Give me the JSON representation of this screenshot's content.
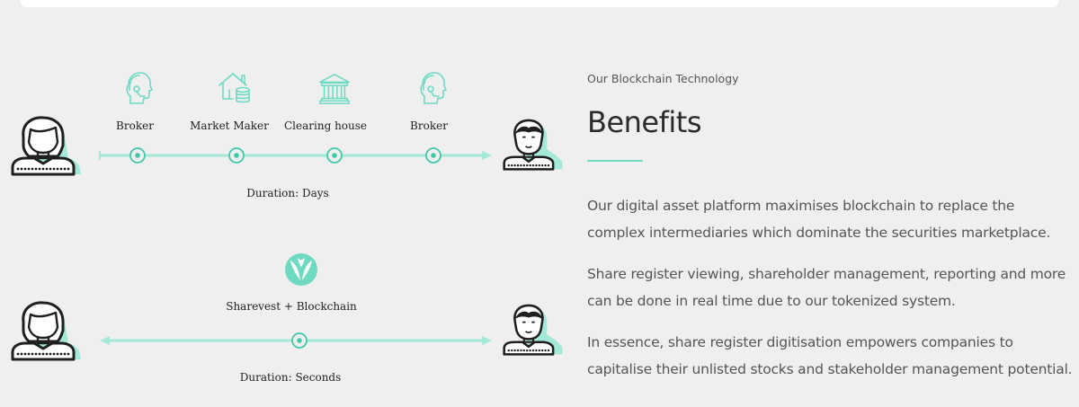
{
  "diagram": {
    "traditional": {
      "nodes": [
        {
          "label": "Broker",
          "icon": "headset-person-icon"
        },
        {
          "label": "Market Maker",
          "icon": "house-coins-icon"
        },
        {
          "label": "Clearing house",
          "icon": "bank-building-icon"
        },
        {
          "label": "Broker",
          "icon": "headset-person-icon"
        }
      ],
      "duration": "Duration: Days"
    },
    "blockchain": {
      "node": {
        "label": "Sharevest + Blockchain",
        "icon": "sharevest-logo-icon"
      },
      "duration": "Duration: Seconds"
    },
    "colors": {
      "accent": "#6fdac2",
      "line": "#a4e8d8",
      "dark": "#1f1f1f"
    }
  },
  "content": {
    "eyebrow": "Our Blockchain Technology",
    "title": "Benefits",
    "paragraphs": [
      "Our digital asset platform maximises blockchain to replace the complex intermediaries which dominate the securities marketplace.",
      "Share register viewing, shareholder management, reporting and more can be done in real time due to our tokenized system.",
      "In essence, share register digitisation empowers companies to capitalise their unlisted stocks and stakeholder management potential."
    ]
  }
}
